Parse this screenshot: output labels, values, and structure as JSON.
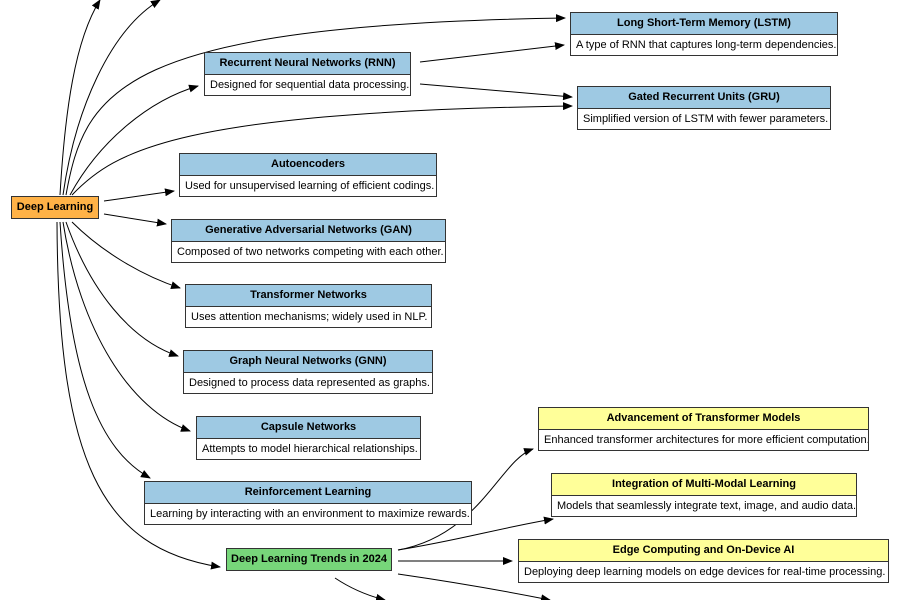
{
  "colors": {
    "root": "#ffb247",
    "trends": "#77d67a",
    "architecture": "#9ec9e3",
    "trend_item": "#ffff99",
    "edge": "#000000"
  },
  "root": {
    "label": "Deep Learning"
  },
  "trends": {
    "label": "Deep Learning Trends in 2024"
  },
  "nodes": [
    {
      "title": "Long Short-Term Memory (LSTM)",
      "desc": "A type of RNN that captures long-term dependencies."
    },
    {
      "title": "Recurrent Neural Networks (RNN)",
      "desc": "Designed for sequential data processing."
    },
    {
      "title": "Gated Recurrent Units (GRU)",
      "desc": "Simplified version of LSTM with fewer parameters."
    },
    {
      "title": "Autoencoders",
      "desc": "Used for unsupervised learning of efficient codings."
    },
    {
      "title": "Generative Adversarial Networks (GAN)",
      "desc": "Composed of two networks competing with each other."
    },
    {
      "title": "Transformer Networks",
      "desc": "Uses attention mechanisms; widely used in NLP."
    },
    {
      "title": "Graph Neural Networks (GNN)",
      "desc": "Designed to process data represented as graphs."
    },
    {
      "title": "Capsule Networks",
      "desc": "Attempts to model hierarchical relationships."
    },
    {
      "title": "Reinforcement Learning",
      "desc": "Learning by interacting with an environment to maximize rewards."
    }
  ],
  "trend_items": [
    {
      "title": "Advancement of Transformer Models",
      "desc": "Enhanced transformer architectures for more efficient computation."
    },
    {
      "title": "Integration of Multi-Modal Learning",
      "desc": "Models that seamlessly integrate text, image, and audio data."
    },
    {
      "title": "Edge Computing and On-Device AI",
      "desc": "Deploying deep learning models on edge devices for real-time processing."
    }
  ]
}
